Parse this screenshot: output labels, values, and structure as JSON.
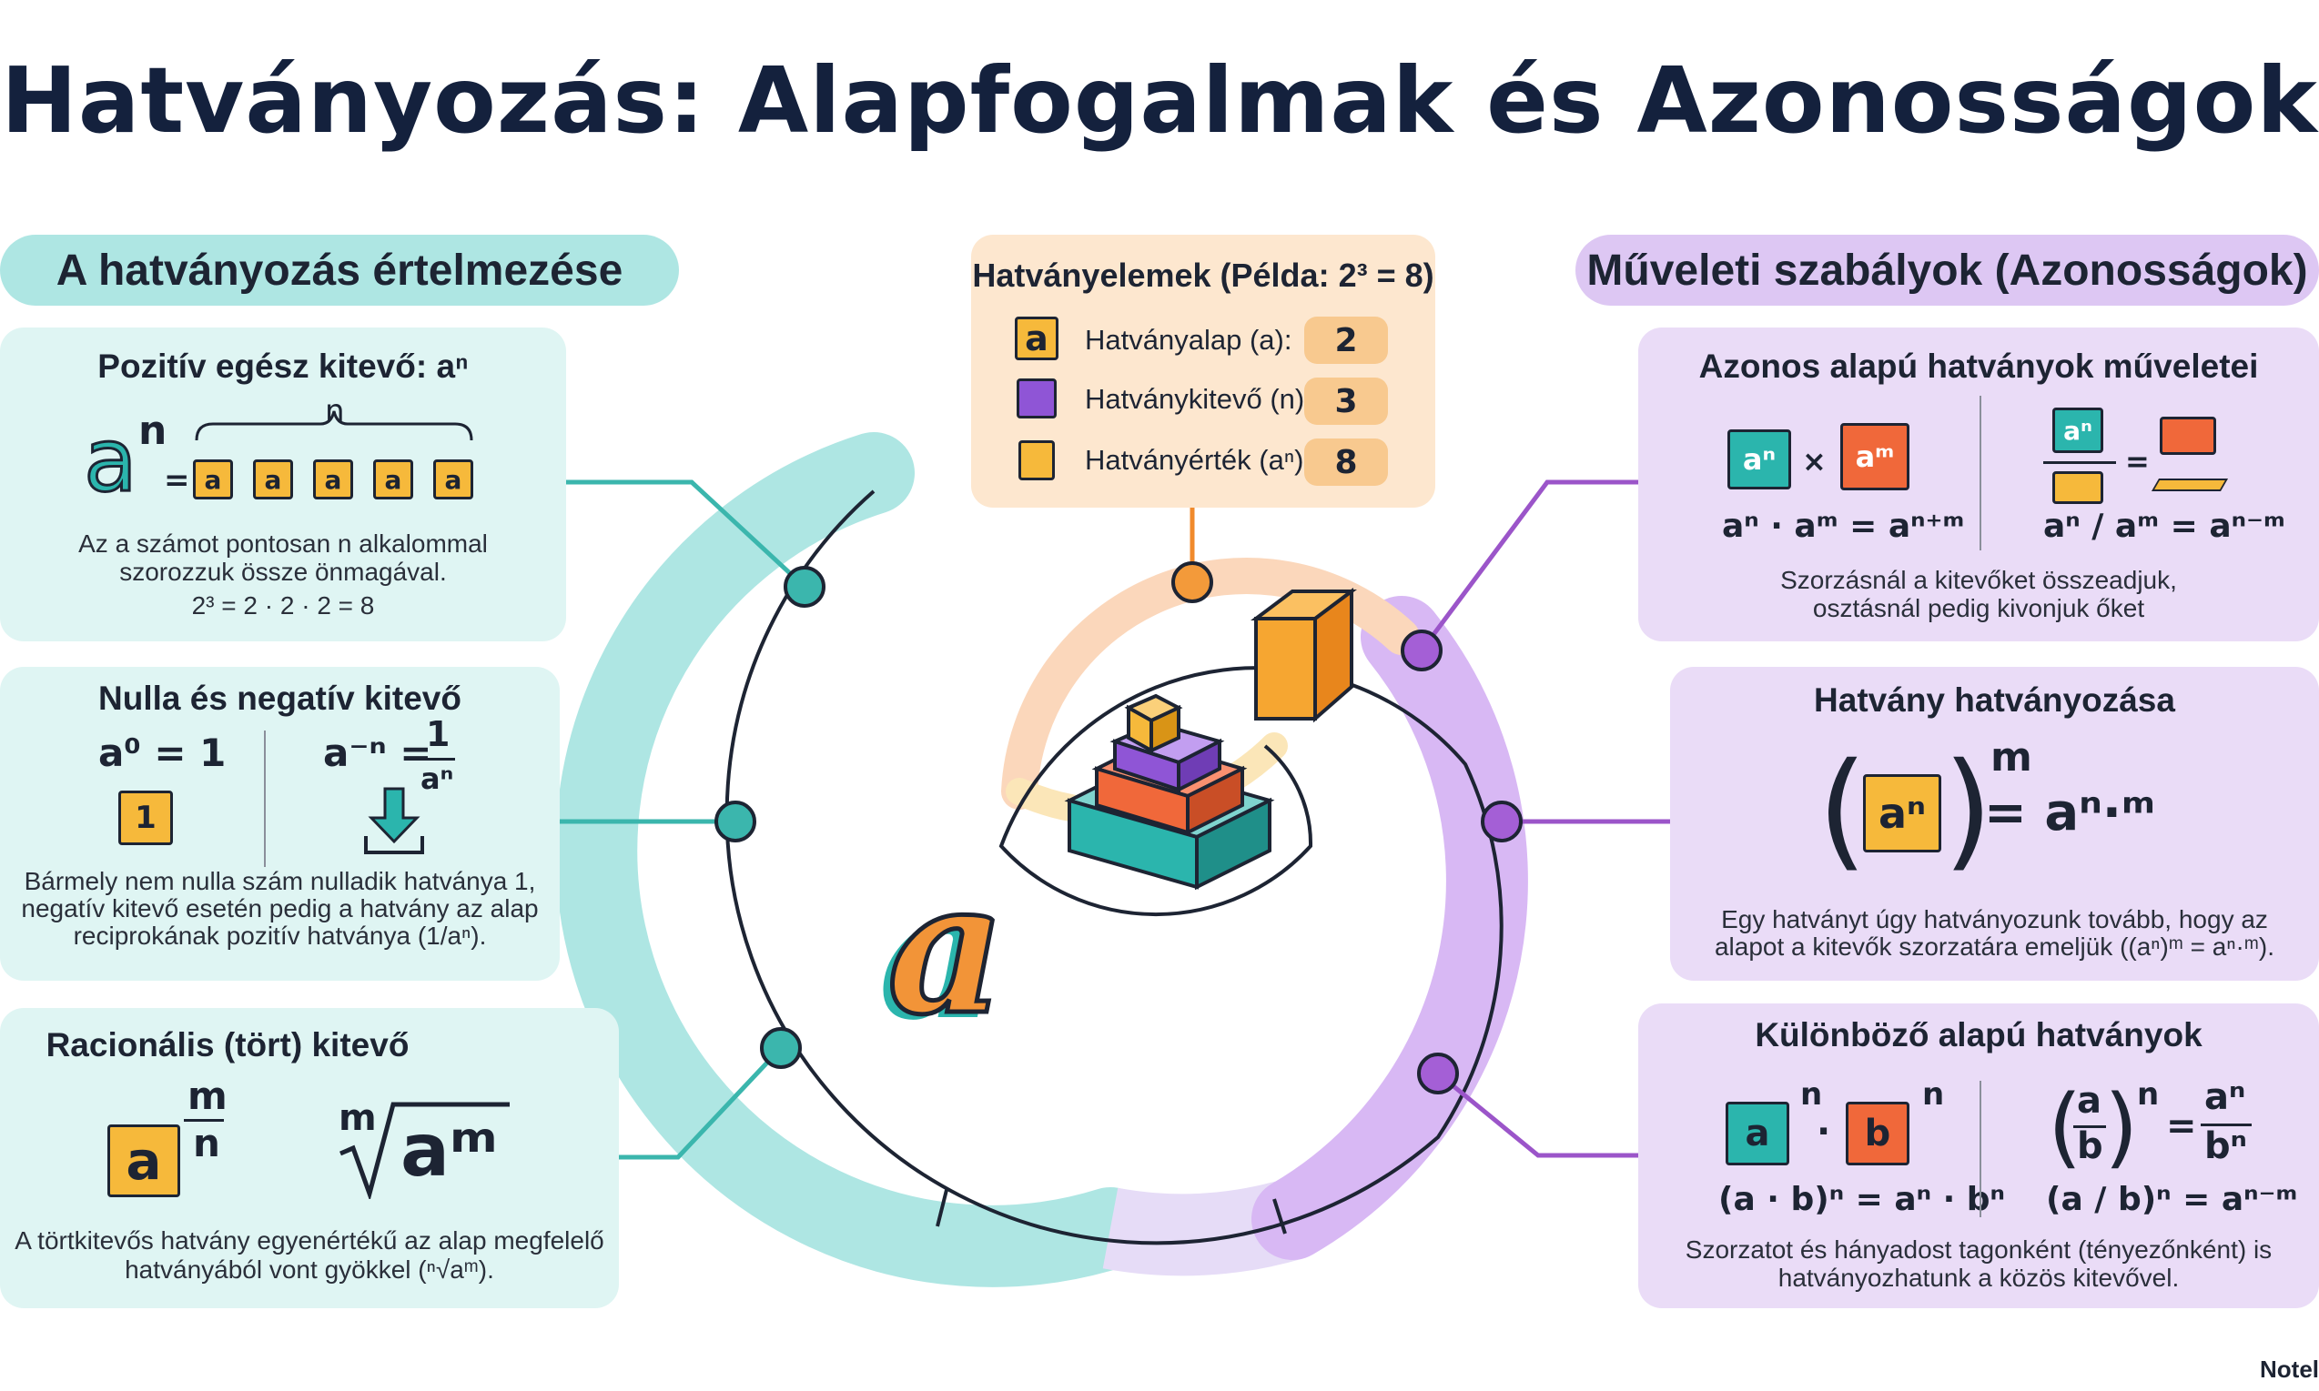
{
  "title": "Hatványozás: Alapfogalmak és Azonosságok",
  "sections": {
    "left_header": "A hatványozás értelmezése",
    "right_header": "Műveleti szabályok (Azonosságok)"
  },
  "center_box": {
    "title": "Hatványelemek (Példa: 2³ = 8)",
    "rows": [
      {
        "label": "Hatványalap (a):",
        "value": "2"
      },
      {
        "label": "Hatványkitevő (n):",
        "value": "3"
      },
      {
        "label": "Hatványérték (aⁿ):",
        "value": "8"
      }
    ]
  },
  "left_cards": [
    {
      "title": "Pozitív egész kitevő: aⁿ",
      "brace_label": "n",
      "base_symbol": "a",
      "exp_symbol": "n",
      "equals": "=",
      "cube_letter": "a",
      "desc": [
        "Az a számot pontosan n alkalommal",
        "szorozzuk össze önmagával."
      ],
      "example": "2³ = 2 · 2 · 2 = 8"
    },
    {
      "title": "Nulla és negatív kitevő",
      "zero_formula": "a⁰ = 1",
      "zero_cube": "1",
      "neg_lhs": "a⁻ⁿ =",
      "neg_num": "1",
      "neg_den": "aⁿ",
      "desc": [
        "Bármely nem nulla szám nulladik hatványa 1,",
        "negatív kitevő esetén pedig a hatvány az alap",
        "reciprokának pozitív hatványa (1/aⁿ)."
      ]
    },
    {
      "title": "Racionális (tört) kitevő",
      "cube_letter": "a",
      "frac_num": "m",
      "frac_den": "n",
      "root_index": "m",
      "root_body": "aᵐ",
      "desc": [
        "A törtkitevős hatvány egyenértékű az alap megfelelő",
        "hatványából vont gyökkel (ⁿ√aᵐ)."
      ]
    }
  ],
  "right_cards": [
    {
      "title": "Azonos alapú hatványok műveletei",
      "cube1": "aⁿ",
      "times": "×",
      "cube2": "aᵐ",
      "mult_formula": "aⁿ · aᵐ = aⁿ⁺ᵐ",
      "div_cube": "aⁿ",
      "div_equals": "=",
      "div_formula": "aⁿ / aᵐ = aⁿ⁻ᵐ",
      "desc": [
        "Szorzásnál a kitevőket összeadjuk,",
        "osztásnál pedig kivonjuk őket"
      ]
    },
    {
      "title": "Hatvány hatványozása",
      "cube": "aⁿ",
      "outer_exp": "m",
      "rhs": "= aⁿ·ᵐ",
      "desc": [
        "Egy hatványt úgy hatványozunk tovább, hogy az",
        "alapot a kitevők szorzatára emeljük ((aⁿ)ᵐ = aⁿ·ᵐ)."
      ]
    },
    {
      "title": "Különböző alapú hatványok",
      "cube_a": "a",
      "cube_b": "b",
      "exp": "n",
      "dot": "·",
      "frac_a": "a",
      "frac_b": "b",
      "frac_rhs_num": "aⁿ",
      "frac_rhs_den": "bⁿ",
      "equals": "=",
      "mult_formula": "(a · b)ⁿ = aⁿ · bⁿ",
      "div_formula": "(a / b)ⁿ = aⁿ⁻ᵐ",
      "desc": [
        "Szorzatot és hányadost tagonként (tényezőnként) is",
        "hatványozhatunk a közös kitevővel."
      ]
    }
  ],
  "center_letter": "a",
  "footer": "Notel",
  "colors": {
    "teal": "#aee6e3",
    "purple": "#ddc7f3",
    "orange": "#f0683a",
    "yellow": "#f6b93b",
    "navy": "#14213d"
  }
}
